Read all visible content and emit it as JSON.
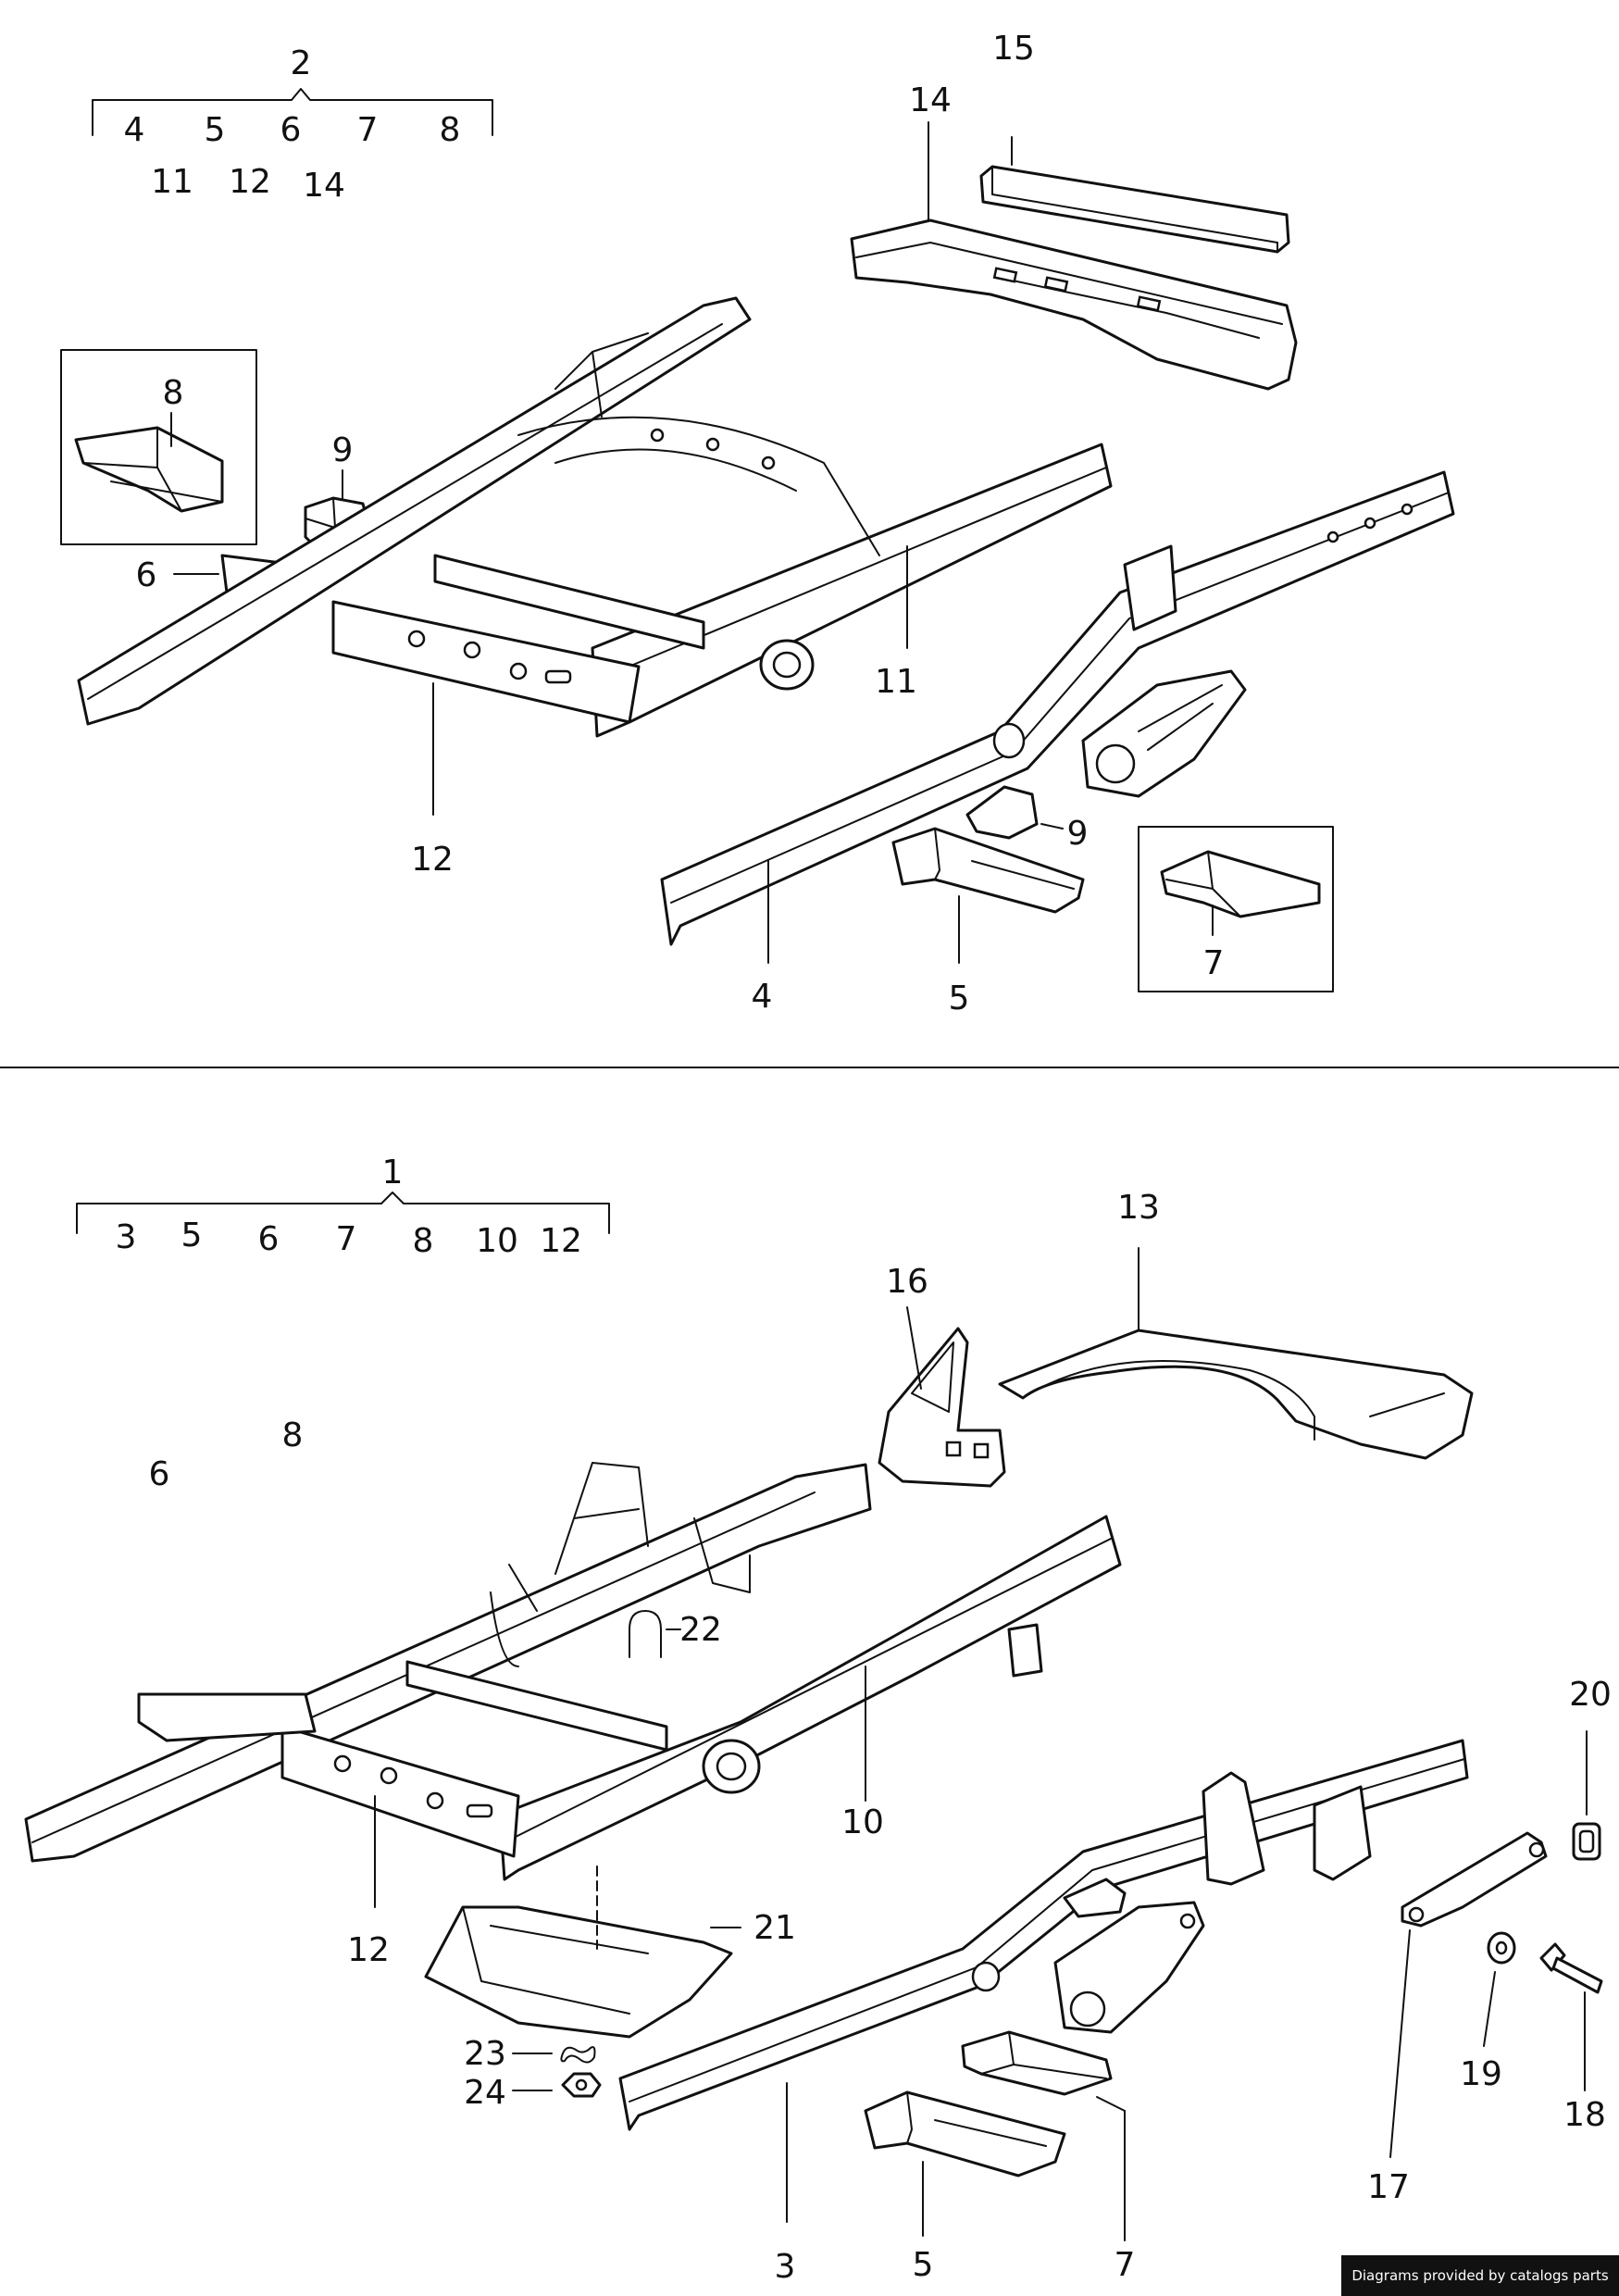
{
  "top_section": {
    "group_label": "2",
    "group_members_row1": [
      "4",
      "5",
      "6",
      "7",
      "8"
    ],
    "group_members_row2": [
      "11",
      "12",
      "14"
    ],
    "callouts": {
      "part_15": "15",
      "part_14": "14",
      "part_8": "8",
      "part_9_upper": "9",
      "part_6": "6",
      "part_11": "11",
      "part_12": "12",
      "part_9_lower": "9",
      "part_4": "4",
      "part_5": "5",
      "part_7": "7"
    }
  },
  "bottom_section": {
    "group_label": "1",
    "group_members": [
      "3",
      "5",
      "6",
      "7",
      "8",
      "10",
      "12"
    ],
    "callouts": {
      "part_13": "13",
      "part_16": "16",
      "part_6": "6",
      "part_8": "8",
      "part_22": "22",
      "part_10": "10",
      "part_20": "20",
      "part_12": "12",
      "part_21": "21",
      "part_23": "23",
      "part_24": "24",
      "part_17": "17",
      "part_19": "19",
      "part_18": "18",
      "part_3": "3",
      "part_5": "5",
      "part_7": "7"
    }
  },
  "footer": {
    "credit": "Diagrams provided by catalogs parts"
  }
}
